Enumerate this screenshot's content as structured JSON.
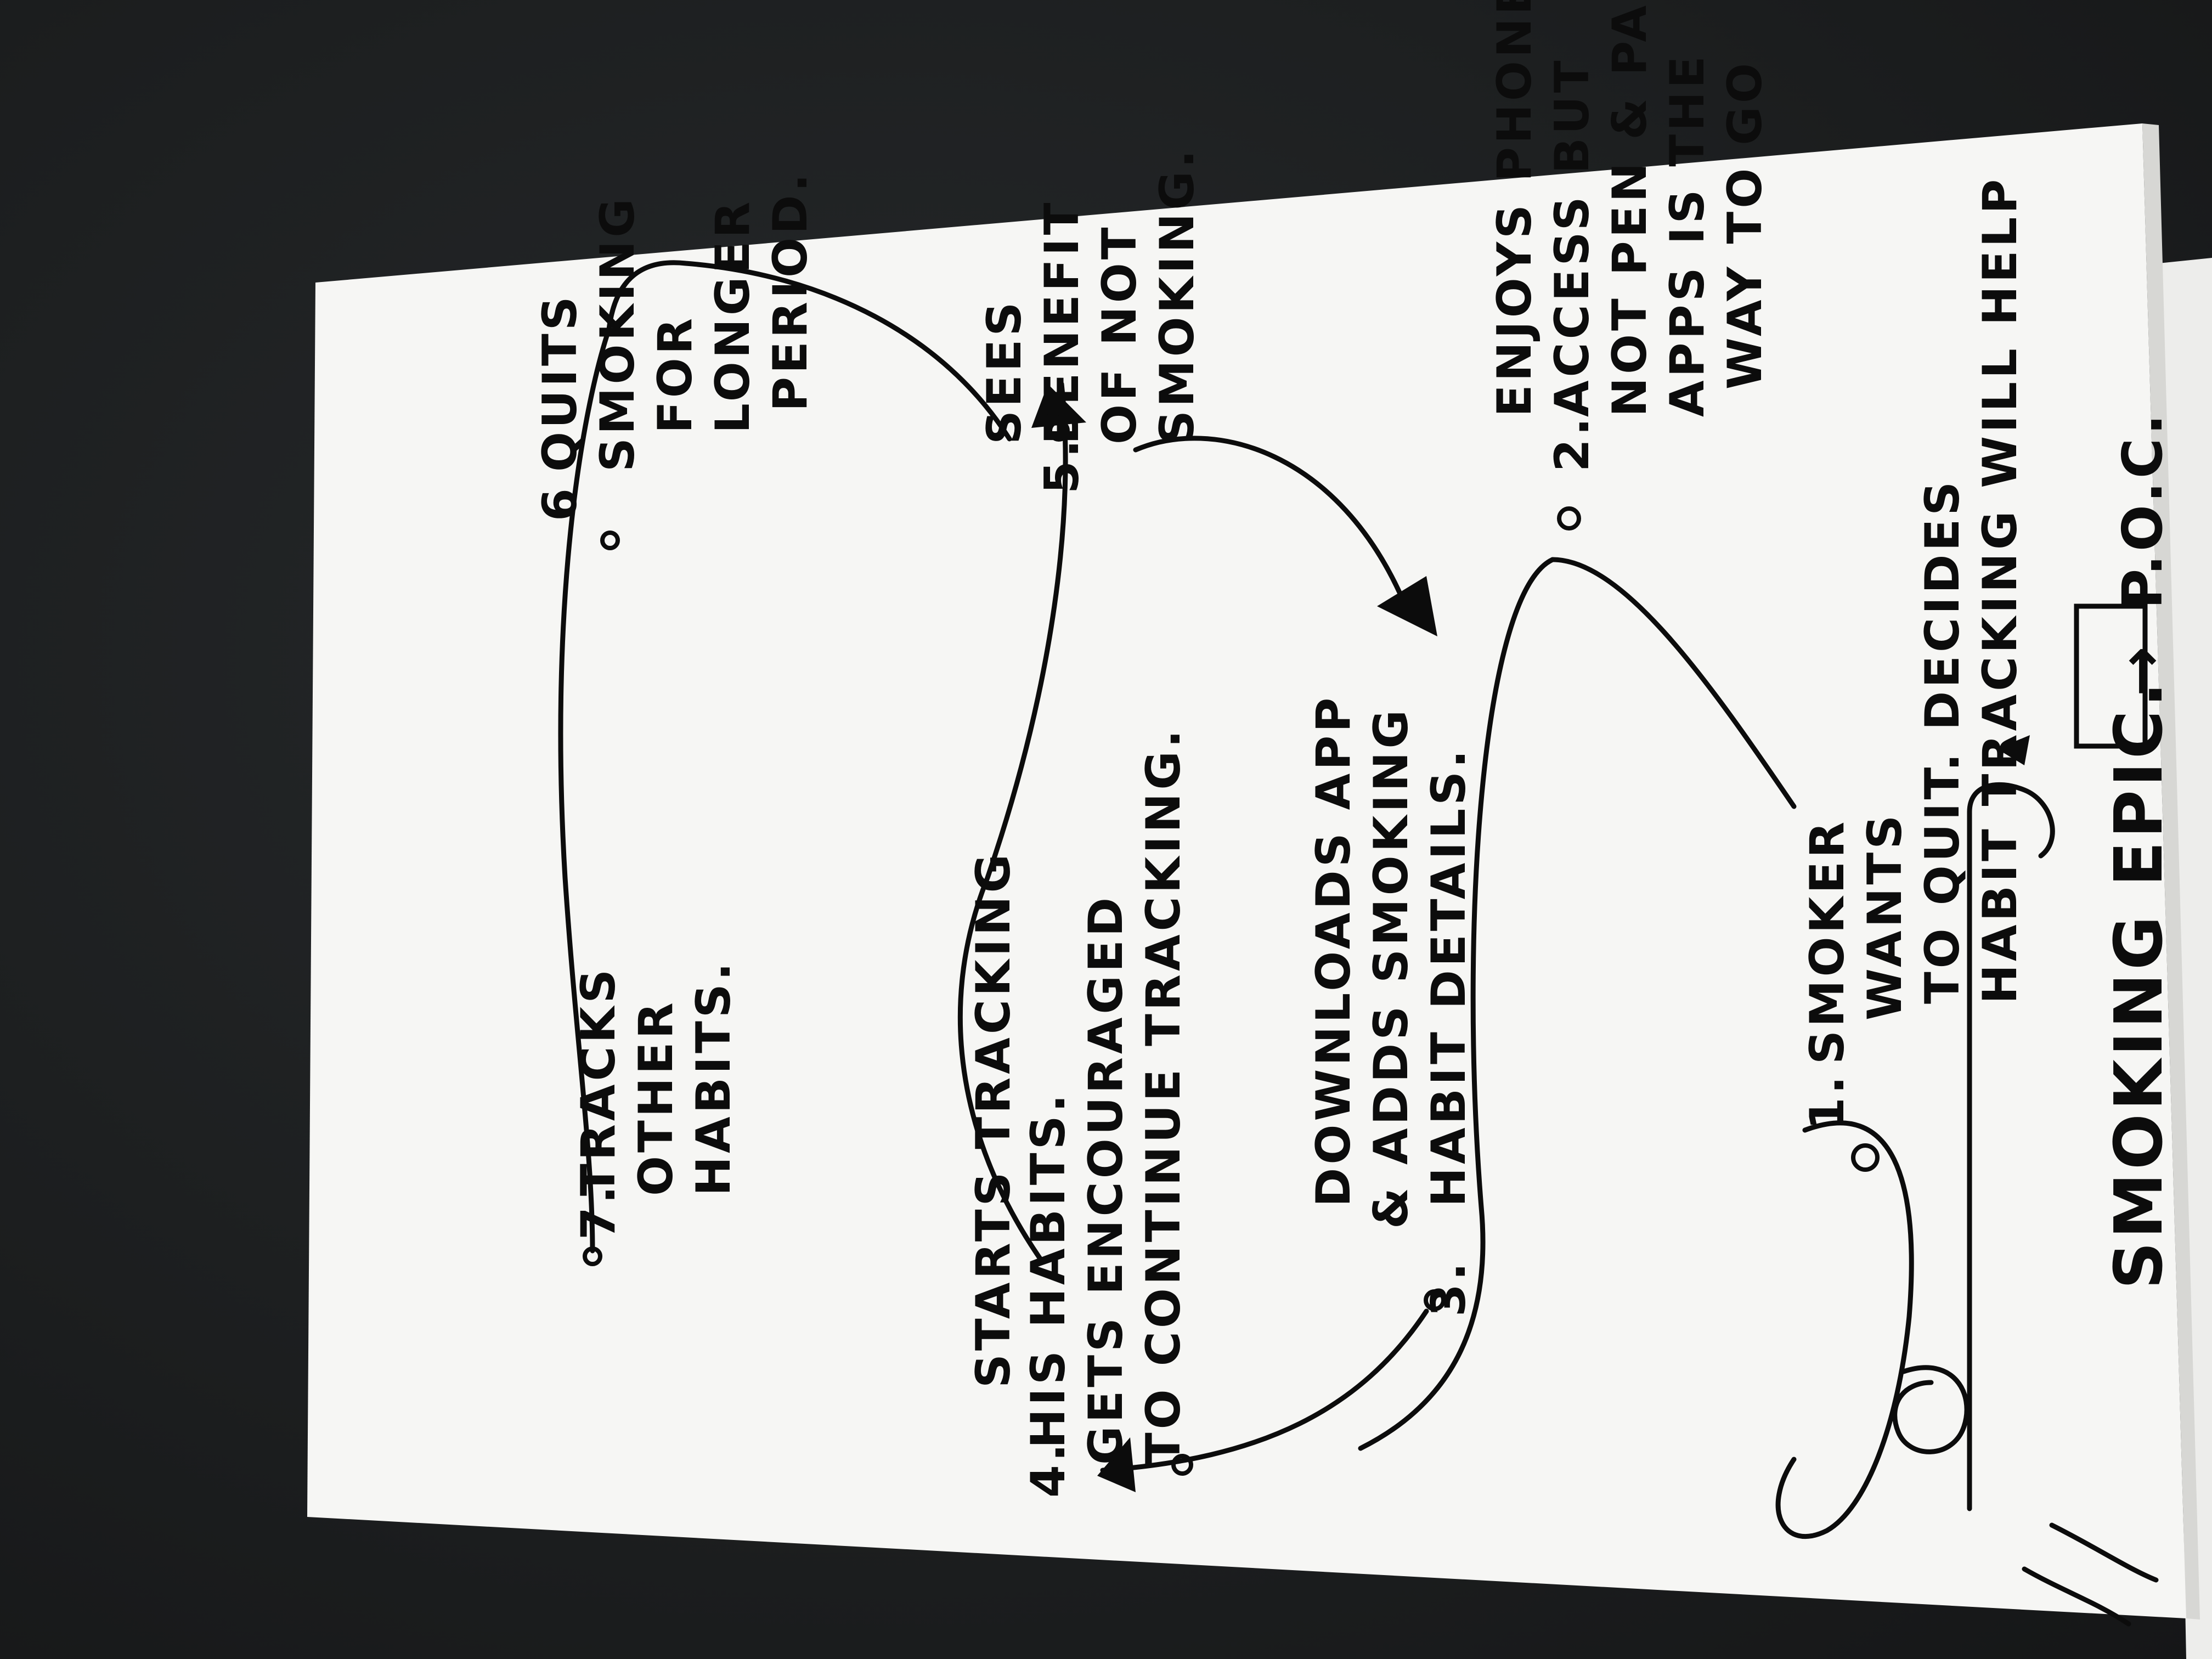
{
  "steps": {
    "s1": {
      "num": "1.",
      "lines": [
        "SMOKER",
        "WANTS",
        "TO QUIT. DECIDES",
        "HABIT TRACKING WILL HELP"
      ]
    },
    "s2": {
      "num": "2.",
      "lines": [
        "ENJOYS PHONE",
        "ACCESS BUT",
        "NOT PEN & PAPER",
        "APPS IS THE",
        "WAY TO GO"
      ]
    },
    "s3": {
      "num": "3.",
      "lines": [
        "DOWNLOADS APP",
        "& ADDS SMOKING",
        "HABIT DETAILS."
      ]
    },
    "s4": {
      "num": "4.",
      "lines": [
        "STARTS TRACKING",
        "HIS HABITS.",
        "GETS ENCOURAGED",
        "TO CONTINUE TRACKING."
      ]
    },
    "s5": {
      "num": "5.",
      "lines": [
        "SEES",
        "BENEFIT",
        "OF NOT",
        "SMOKING."
      ]
    },
    "s6": {
      "num": "6",
      "lines": [
        "QUITS",
        "SMOKING",
        "FOR",
        "LONGER",
        "PERIOD."
      ]
    },
    "s7": {
      "num": "7.",
      "lines": [
        "TRACKS",
        "OTHER",
        "HABITS."
      ]
    }
  },
  "labels": {
    "epic": "SMOKING EPIC.",
    "arrow": "→",
    "poc": "P.O.C."
  },
  "colors": {
    "ink": "#0c0c0c",
    "paper": "#f7f7f5",
    "table": "#1d1f20"
  }
}
